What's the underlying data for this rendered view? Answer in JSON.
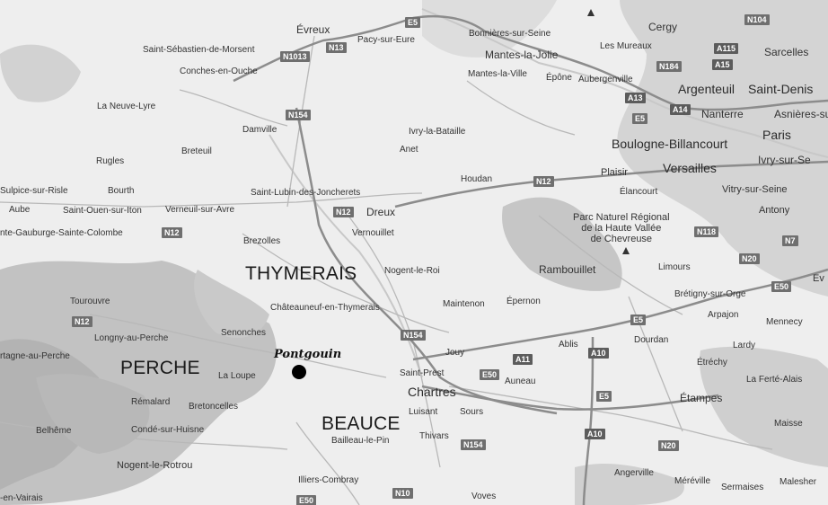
{
  "map": {
    "colors": {
      "background": "#eeeeee",
      "relief": "#bdbdbd",
      "urban": "#d0d0d0",
      "road_major": "#8a8a8a",
      "road_minor": "#b5b5b5",
      "shield": "#6f6f6f",
      "pin": "#000000"
    },
    "regions": [
      "THYMERAIS",
      "PERCHE",
      "BEAUCE"
    ],
    "highlight": {
      "name": "Pontgouin",
      "marker": "black-dot"
    },
    "park": [
      "Parc Naturel Régional",
      "de la Haute Vallée",
      "de Chevreuse"
    ],
    "places": [
      "Évreux",
      "Pacy-sur-Eure",
      "Bonnières-sur-Seine",
      "Mantes-la-Jolie",
      "Mantes-la-Ville",
      "Épône",
      "Les Mureaux",
      "Aubergenville",
      "Cergy",
      "Sarcelles",
      "Argenteuil",
      "Saint-Denis",
      "Nanterre",
      "Asnières-sur",
      "Paris",
      "Boulogne-Billancourt",
      "Versailles",
      "Ivry-sur-Se",
      "Plaisir",
      "Élancourt",
      "Vitry-sur-Seine",
      "Antony",
      "Saint-Sébastien-de-Morsent",
      "Conches-en-Ouche",
      "La Neuve-Lyre",
      "Damville",
      "Ivry-la-Bataille",
      "Anet",
      "Rugles",
      "Breteuil",
      "Houdan",
      "Sulpice-sur-Risle",
      "Bourth",
      "Saint-Lubin-des-Joncherets",
      "Aube",
      "Saint-Ouen-sur-Iton",
      "Verneuil-sur-Avre",
      "Dreux",
      "nte-Gauburge-Sainte-Colombe",
      "Vernouillet",
      "Brezolles",
      "Nogent-le-Roi",
      "Rambouillet",
      "Limours",
      "Tourouvre",
      "Châteauneuf-en-Thymerais",
      "Maintenon",
      "Épernon",
      "Brétigny-sur-Orge",
      "Arpajon",
      "Mennecy",
      "Longny-au-Perche",
      "Senonches",
      "Jouy",
      "Ablis",
      "Dourdan",
      "Lardy",
      "rtagne-au-Perche",
      "Saint-Prest",
      "Étréchy",
      "La Ferté-Alais",
      "La Loupe",
      "Auneau",
      "Chartres",
      "Rémalard",
      "Bretoncelles",
      "Luisant",
      "Sours",
      "Étampes",
      "Maisse",
      "Belhême",
      "Condé-sur-Huisne",
      "Bailleau-le-Pin",
      "Thivars",
      "Nogent-le-Rotrou",
      "Angerville",
      "Méréville",
      "Sermaises",
      "Malesher",
      "Illiers-Combray",
      "-en-Vairais",
      "Voves",
      "Ev"
    ],
    "roads": [
      "E5",
      "N13",
      "N1013",
      "N104",
      "A115",
      "A15",
      "N184",
      "A13",
      "A14",
      "E5",
      "N154",
      "N12",
      "N12",
      "N12",
      "N118",
      "N7",
      "N20",
      "E50",
      "N12",
      "N154",
      "E5",
      "A10",
      "A11",
      "E50",
      "E5",
      "A10",
      "N20",
      "N154",
      "N10",
      "E50"
    ]
  }
}
